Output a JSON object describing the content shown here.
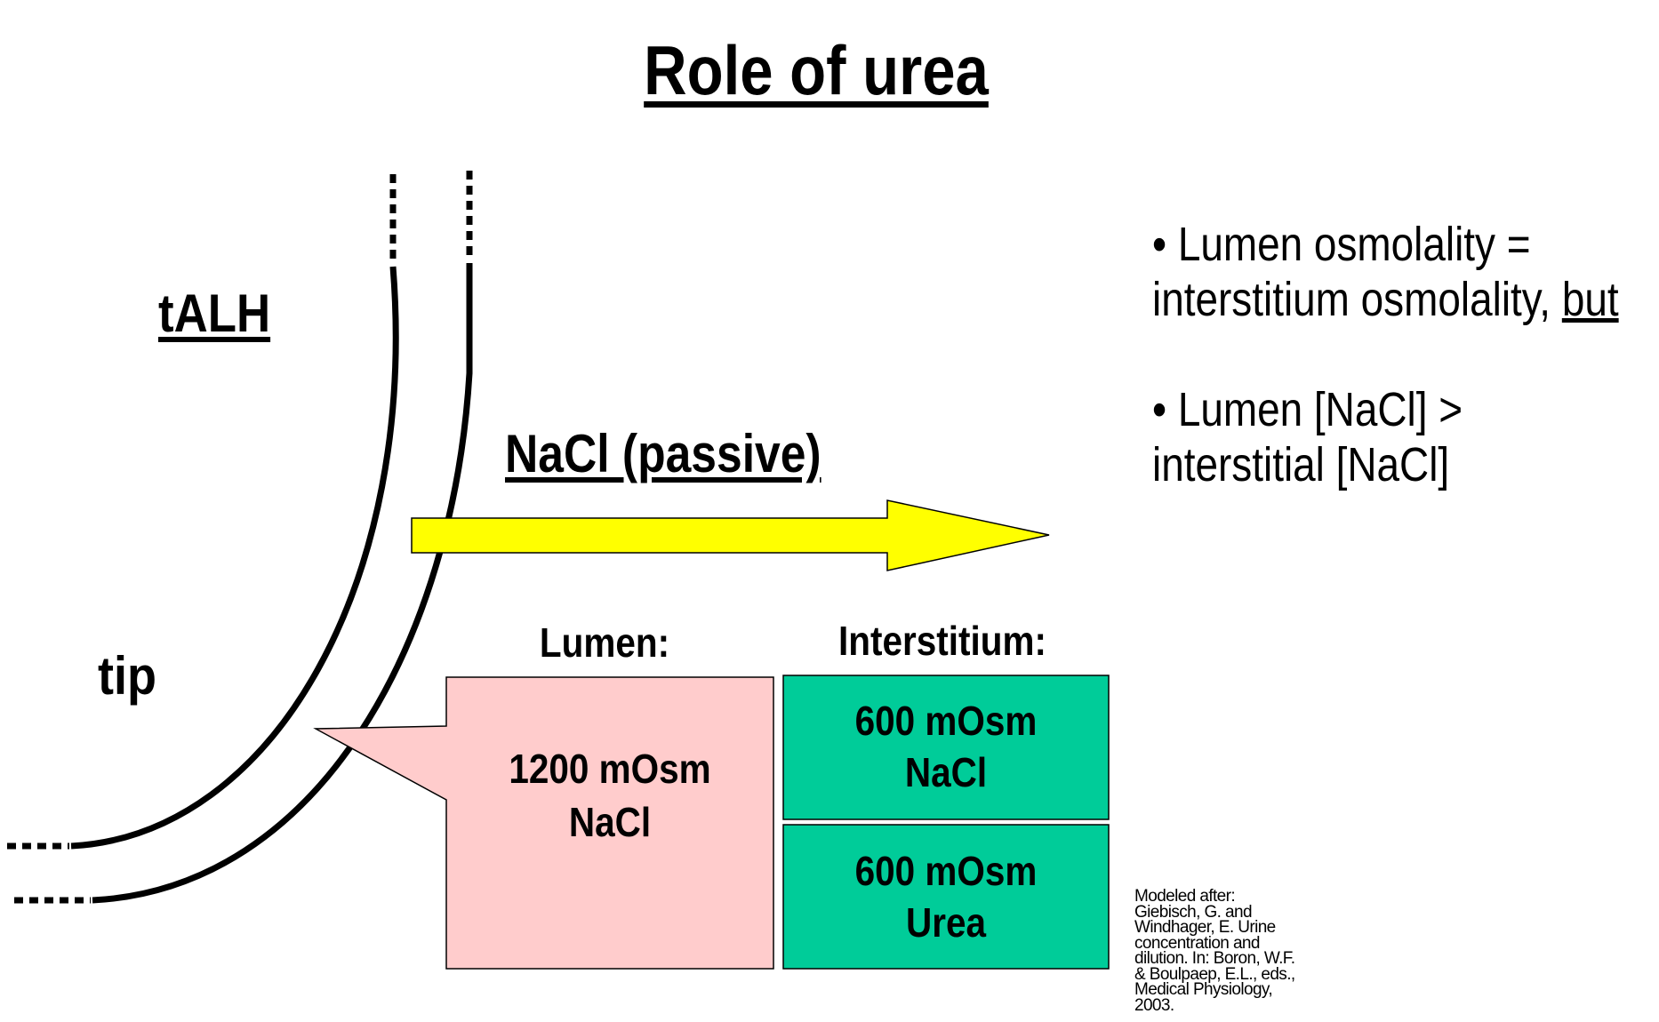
{
  "title": "Role of urea",
  "labels": {
    "talh": "tALH",
    "tip": "tip",
    "flux": "NaCl (passive)"
  },
  "lumen": {
    "heading": "Lumen:",
    "line1": "1200 mOsm",
    "line2": "NaCl"
  },
  "interstitium": {
    "heading": "Interstitium:",
    "nacl_line1": "600 mOsm",
    "nacl_line2": "NaCl",
    "urea_line1": "600 mOsm",
    "urea_line2": "Urea"
  },
  "bullets": {
    "b1_line1": "• Lumen osmolality =",
    "b1_line2": "interstitium osmolality, ",
    "b1_emph": "but",
    "b2_line1": "• Lumen [NaCl] >",
    "b2_line2": "interstitial [NaCl]"
  },
  "citation": "Modeled after: Giebisch, G. and Windhager, E. Urine concentration and dilution. In: Boron, W.F. & Boulpaep, E.L., eds., Medical Physiology, 2003.",
  "colors": {
    "arrow_fill": "#ffff00",
    "lumen_fill": "#ffcccc",
    "interstitium_fill": "#00cc99",
    "line": "#000000"
  }
}
